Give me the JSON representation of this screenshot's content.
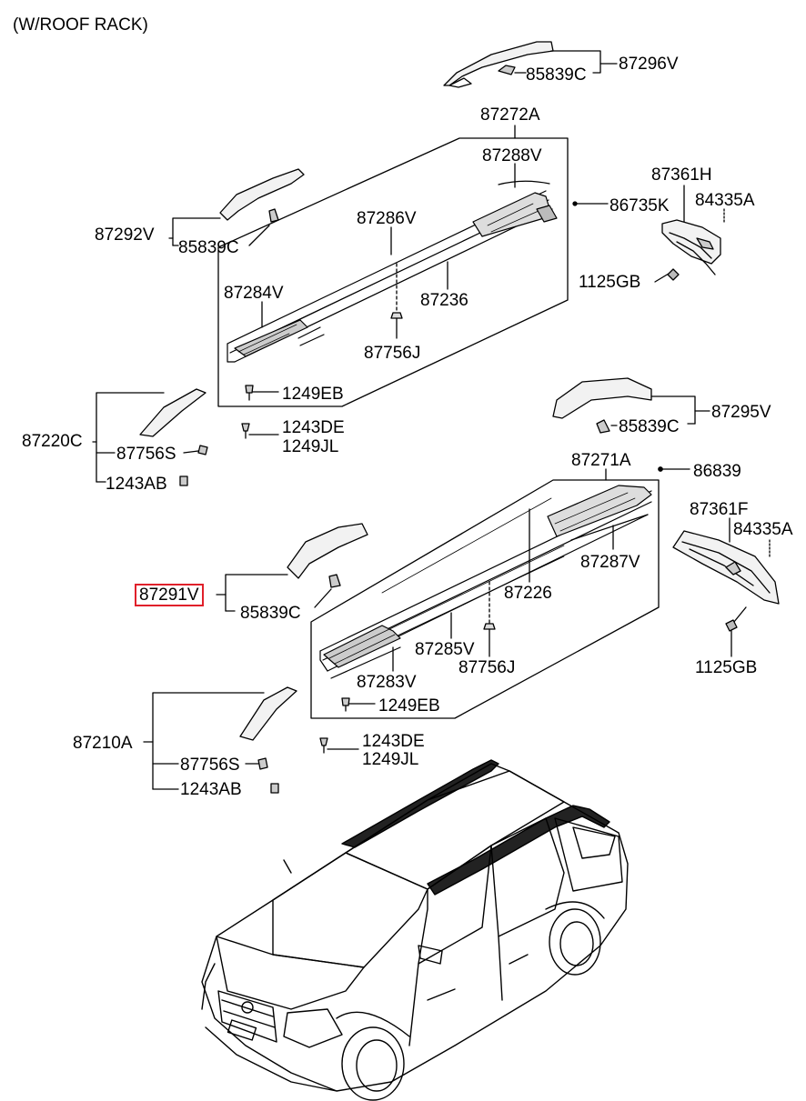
{
  "header": {
    "title": "(W/ROOF RACK)"
  },
  "labels": {
    "p87296V": "87296V",
    "p85839C_top": "85839C",
    "p87272A": "87272A",
    "p87288V": "87288V",
    "p87361H": "87361H",
    "p84335A_top": "84335A",
    "p86735K": "86735K",
    "p87292V": "87292V",
    "p85839C_left": "85839C",
    "p87286V": "87286V",
    "p87284V": "87284V",
    "p87236": "87236",
    "p1125GB_top": "1125GB",
    "p87756J_top": "87756J",
    "p1249EB_top": "1249EB",
    "p87220C": "87220C",
    "p87756S_top": "87756S",
    "p1243AB_top": "1243AB",
    "p1243DE_top": "1243DE",
    "p1249JL_top": "1249JL",
    "p87295V": "87295V",
    "p85839C_right": "85839C",
    "p87271A": "87271A",
    "p86839": "86839",
    "p87361F": "87361F",
    "p84335A_bot": "84335A",
    "p87287V": "87287V",
    "p87226": "87226",
    "p87291V": "87291V",
    "p85839C_lower": "85839C",
    "p87285V": "87285V",
    "p87756J_bot": "87756J",
    "p87283V": "87283V",
    "p1125GB_bot": "1125GB",
    "p1249EB_bot": "1249EB",
    "p87210A": "87210A",
    "p87756S_bot": "87756S",
    "p1243AB_bot": "1243AB",
    "p1243DE_bot": "1243DE",
    "p1249JL_bot": "1249JL"
  },
  "highlight": {
    "part": "87291V",
    "color": "#e0202a"
  }
}
